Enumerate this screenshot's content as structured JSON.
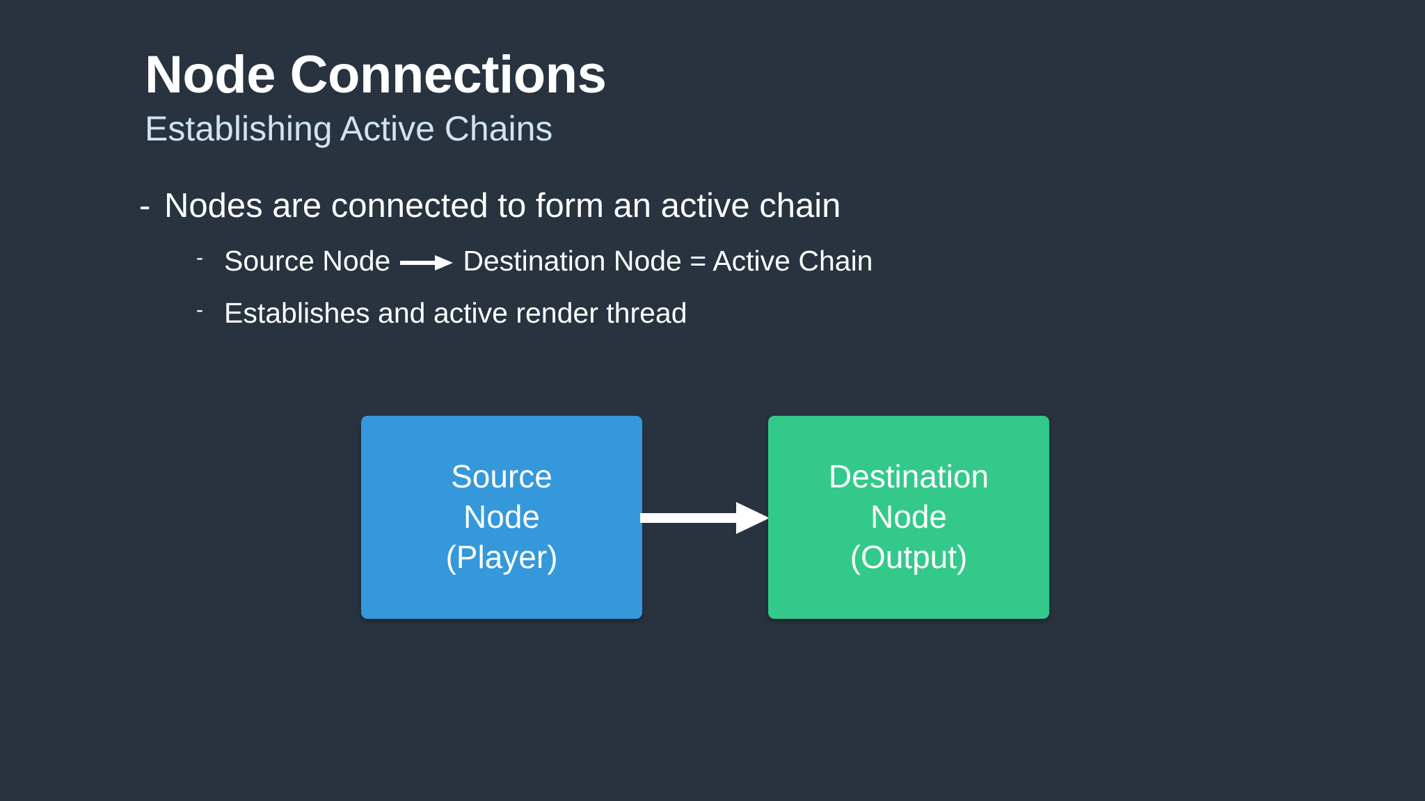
{
  "slide": {
    "title": "Node Connections",
    "subtitle": "Establishing Active Chains",
    "background_color": "#28333f",
    "title_color": "#ffffff",
    "subtitle_color": "#cfe3f4"
  },
  "bullets": {
    "level1": {
      "marker": "-",
      "text": "Nodes are connected to form an active chain"
    },
    "level2": [
      {
        "marker": "-",
        "text_before_arrow": "Source Node",
        "arrow_icon": "right-arrow-icon",
        "text_after_arrow": "Destination Node = Active Chain"
      },
      {
        "marker": "-",
        "text": "Establishes and active render thread"
      }
    ]
  },
  "diagram": {
    "type": "flow",
    "connector": {
      "icon": "right-arrow-icon",
      "color": "#ffffff"
    },
    "nodes": [
      {
        "id": "source",
        "lines": [
          "Source",
          "Node",
          "(Player)"
        ],
        "color": "#3498db",
        "text_color": "#ffffff"
      },
      {
        "id": "destination",
        "lines": [
          "Destination",
          "Node",
          "(Output)"
        ],
        "color": "#33c98b",
        "text_color": "#ffffff"
      }
    ]
  }
}
